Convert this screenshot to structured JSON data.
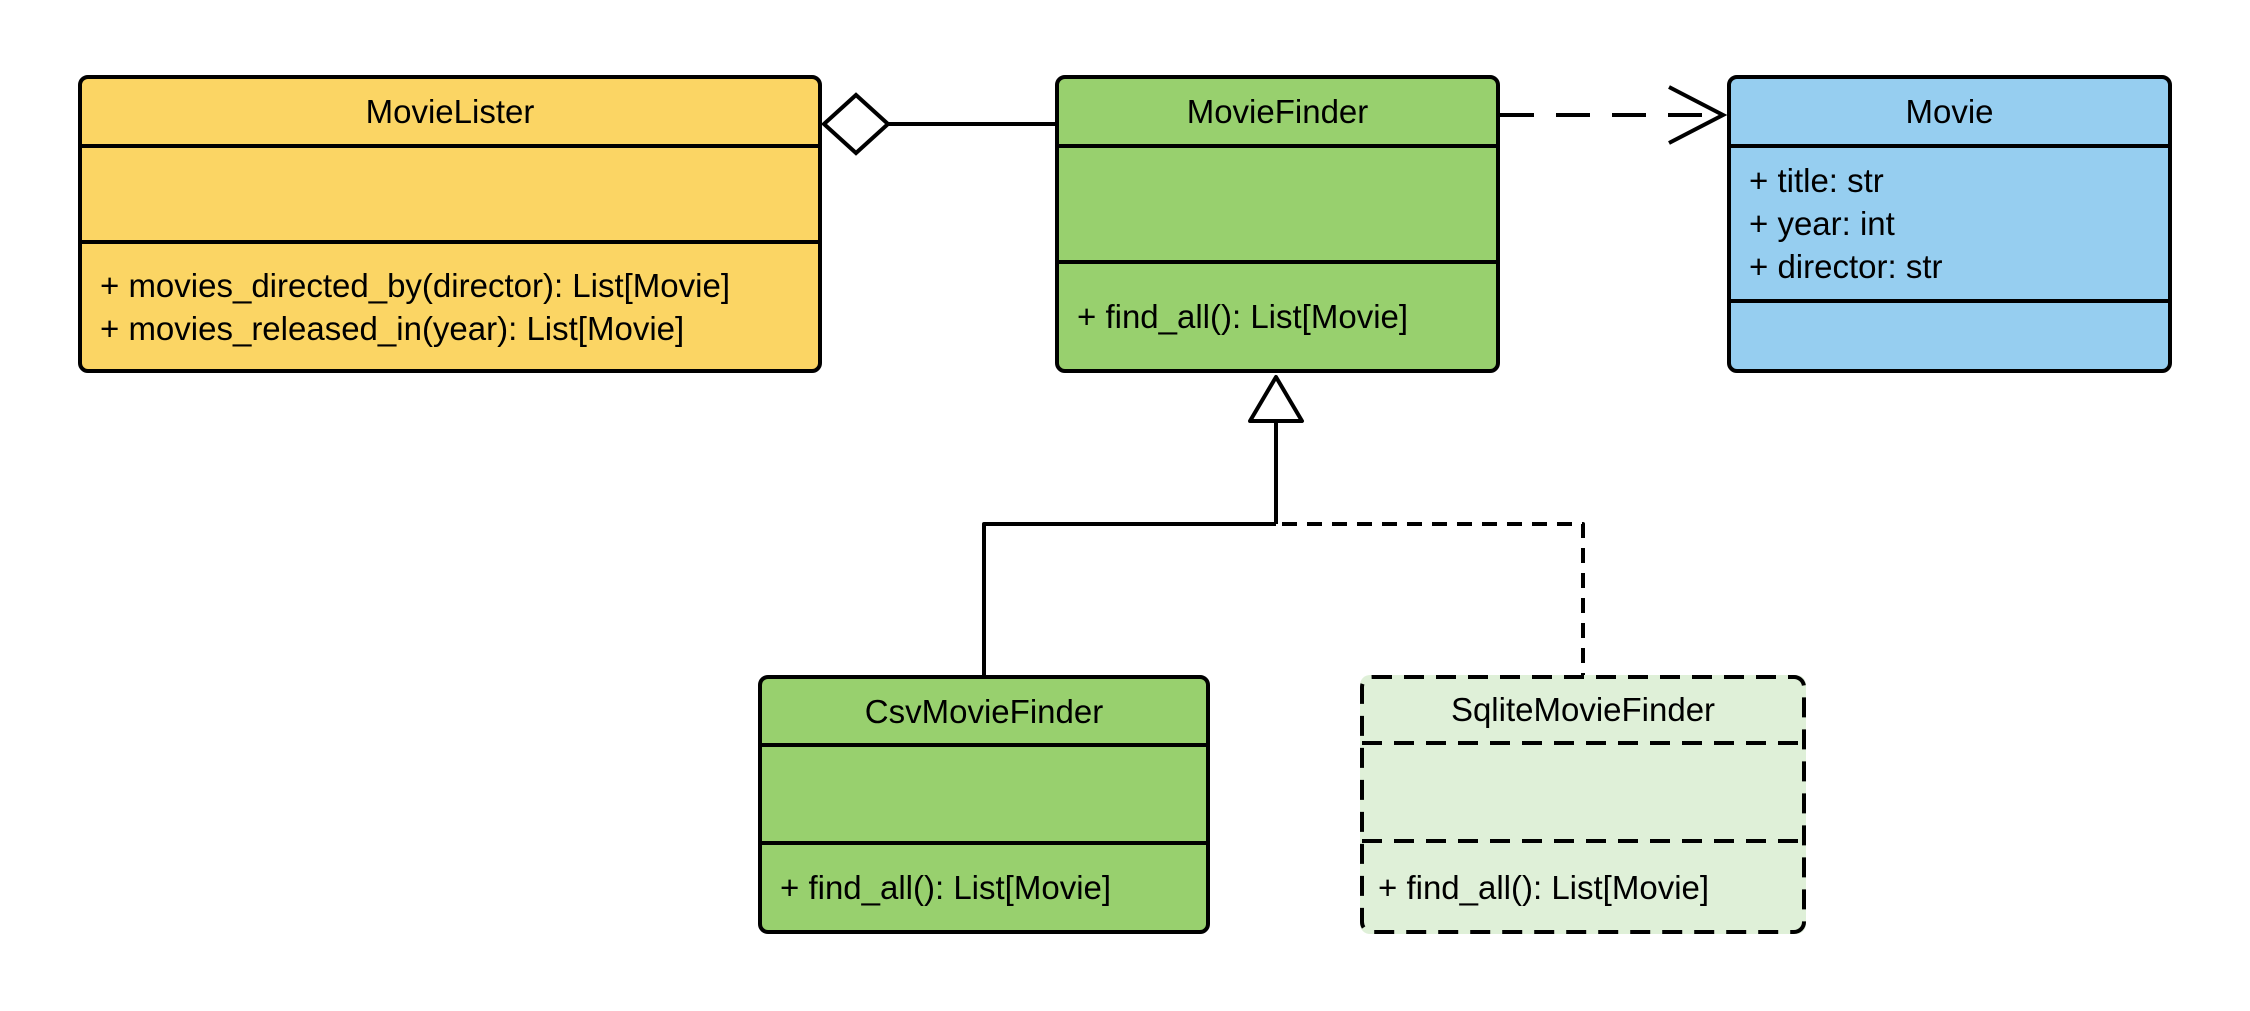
{
  "diagram_type": "UML class diagram",
  "classes": [
    {
      "name": "MovieLister",
      "attributes": [],
      "methods": [
        "+ movies_directed_by(director): List[Movie]",
        "+ movies_released_in(year): List[Movie]"
      ],
      "fill": "#FBD564",
      "border_style": "solid"
    },
    {
      "name": "MovieFinder",
      "attributes": [],
      "methods": [
        "+ find_all(): List[Movie]"
      ],
      "fill": "#98D06E",
      "border_style": "solid"
    },
    {
      "name": "Movie",
      "attributes": [
        "+ title: str",
        "+ year: int",
        "+ director: str"
      ],
      "methods": [],
      "fill": "#96CEF0",
      "border_style": "solid"
    },
    {
      "name": "CsvMovieFinder",
      "attributes": [],
      "methods": [
        "+ find_all(): List[Movie]"
      ],
      "fill": "#98D06E",
      "border_style": "solid"
    },
    {
      "name": "SqliteMovieFinder",
      "attributes": [],
      "methods": [
        "+ find_all(): List[Movie]"
      ],
      "fill": "#DFF0D8",
      "border_style": "dashed"
    }
  ],
  "relationships": [
    {
      "type": "aggregation",
      "whole": "MovieLister",
      "part": "MovieFinder",
      "line": "solid",
      "marker": "hollow-diamond"
    },
    {
      "type": "dependency",
      "from": "MovieFinder",
      "to": "Movie",
      "line": "dashed",
      "marker": "open-arrow"
    },
    {
      "type": "generalization",
      "child": "CsvMovieFinder",
      "parent": "MovieFinder",
      "line": "solid",
      "marker": "hollow-triangle"
    },
    {
      "type": "generalization",
      "child": "SqliteMovieFinder",
      "parent": "MovieFinder",
      "line": "dashed",
      "marker": "hollow-triangle"
    }
  ],
  "colors": {
    "background": "#FFFFFF",
    "stroke": "#000000",
    "text": "#000000",
    "movielister_fill": "#FBD564",
    "moviefinder_fill": "#98D06E",
    "movie_fill": "#96CEF0",
    "csvmoviefinder_fill": "#98D06E",
    "sqlitemoviefinder_fill": "#DFF0D8"
  }
}
